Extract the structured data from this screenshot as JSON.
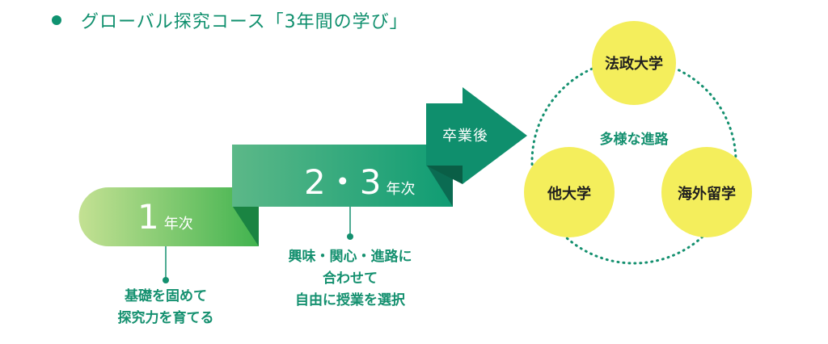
{
  "title": "グローバル探究コース「3年間の学び」",
  "steps": [
    {
      "num": "1",
      "unit": "年次",
      "desc": [
        "基礎を固めて",
        "探究力を育てる"
      ]
    },
    {
      "num": "2・3",
      "unit": "年次",
      "desc": [
        "興味・関心・進路に",
        "合わせて",
        "自由に授業を選択"
      ]
    }
  ],
  "after": {
    "label": "卒業後"
  },
  "paths": {
    "center": "多様な進路",
    "items": [
      "法政大学",
      "他大学",
      "海外留学"
    ]
  },
  "colors": {
    "green_dark": "#0f8f6d",
    "green_light": "#b9dc8c",
    "yellow": "#f4ee5c"
  }
}
